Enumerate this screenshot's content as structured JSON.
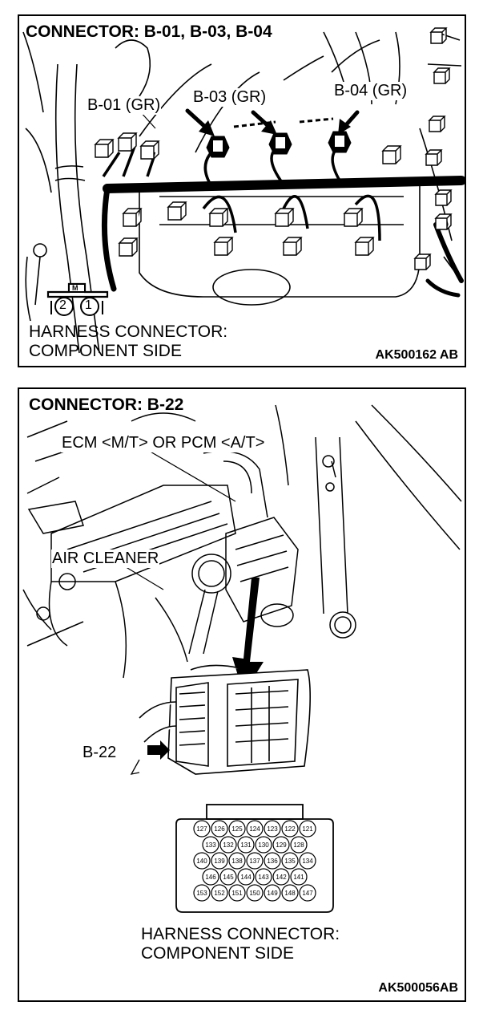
{
  "panel1": {
    "title": "CONNECTOR: B-01, B-03, B-04",
    "callouts": [
      "B-01 (GR)",
      "B-03 (GR)",
      "B-04 (GR)"
    ],
    "connector_mark": "M",
    "pins": [
      "2",
      "1"
    ],
    "side_label_1": "HARNESS CONNECTOR:",
    "side_label_2": "COMPONENT SIDE",
    "code": "AK500162 AB"
  },
  "panel2": {
    "title": "CONNECTOR: B-22",
    "ecm_label": "ECM <M/T> OR PCM <A/T>",
    "air_cleaner": "AIR CLEANER",
    "b22": "B-22",
    "pin_rows": [
      [
        "127",
        "126",
        "125",
        "124",
        "123",
        "122",
        "121"
      ],
      [
        "133",
        "132",
        "131",
        "130",
        "129",
        "128"
      ],
      [
        "140",
        "139",
        "138",
        "137",
        "136",
        "135",
        "134"
      ],
      [
        "146",
        "145",
        "144",
        "143",
        "142",
        "141"
      ],
      [
        "153",
        "152",
        "151",
        "150",
        "149",
        "148",
        "147"
      ]
    ],
    "side_label_1": "HARNESS CONNECTOR:",
    "side_label_2": "COMPONENT SIDE",
    "code": "AK500056AB"
  }
}
